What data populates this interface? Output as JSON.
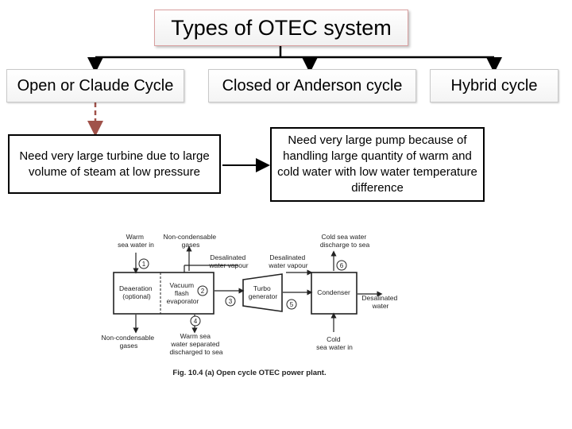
{
  "title": "Types of OTEC system",
  "categories": {
    "open": "Open or Claude Cycle",
    "closed": "Closed or Anderson cycle",
    "hybrid": "Hybrid cycle"
  },
  "notes": {
    "open": "Need very large turbine due to large volume of steam at low pressure",
    "closed": "Need very large pump because of handling large quantity of warm and cold water with low water temperature difference"
  },
  "figure": {
    "warm_in": [
      "Warm",
      "sea water in"
    ],
    "noncond_top": [
      "Non-condensable",
      "gases"
    ],
    "desal_vapour_1": [
      "Desalinated",
      "water vapour"
    ],
    "desal_vapour_2": [
      "Desalinated",
      "water vapour"
    ],
    "cold_out": [
      "Cold sea water",
      "discharge to sea"
    ],
    "deaeration": [
      "Deaeration",
      "(optional)"
    ],
    "evaporator": [
      "Vacuum",
      "flash",
      "evaporator"
    ],
    "turbo": [
      "Turbo",
      "generator"
    ],
    "condenser": "Condenser",
    "desal_water": [
      "Desalinated",
      "water"
    ],
    "noncond_bottom": [
      "Non-condensable",
      "gases"
    ],
    "warm_out": [
      "Warm sea",
      "water separated",
      "discharged to sea"
    ],
    "cold_in": [
      "Cold",
      "sea water in"
    ],
    "markers": [
      "1",
      "2",
      "3",
      "4",
      "5",
      "6"
    ],
    "caption": "Fig. 10.4 (a) Open cycle OTEC power plant."
  }
}
